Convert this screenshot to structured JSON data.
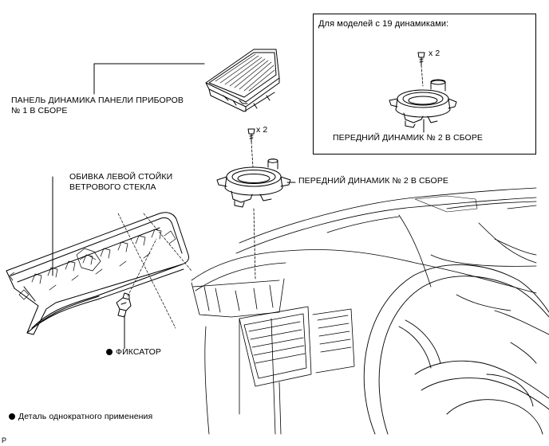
{
  "inset": {
    "title": "Для моделей с 19 динамиками:",
    "qty": "x 2",
    "speaker_label": "ПЕРЕДНИЙ ДИНАМИК № 2 В СБОРЕ"
  },
  "callouts": {
    "panel_line1": "ПАНЕЛЬ ДИНАМИКА ПАНЕЛИ ПРИБОРОВ",
    "panel_line2": "№ 1 В СБОРЕ",
    "screw_qty": "x 2",
    "speaker_label": "ПЕРЕДНИЙ ДИНАМИК № 2 В СБОРЕ",
    "pillar_line1": "ОБИВКА ЛЕВОЙ СТОЙКИ",
    "pillar_line2": "ВЕТРОВОГО СТЕКЛА",
    "clip_label": "ФИКСАТОР"
  },
  "legend": {
    "text": "Деталь однократного применения"
  },
  "corner_mark": "P"
}
